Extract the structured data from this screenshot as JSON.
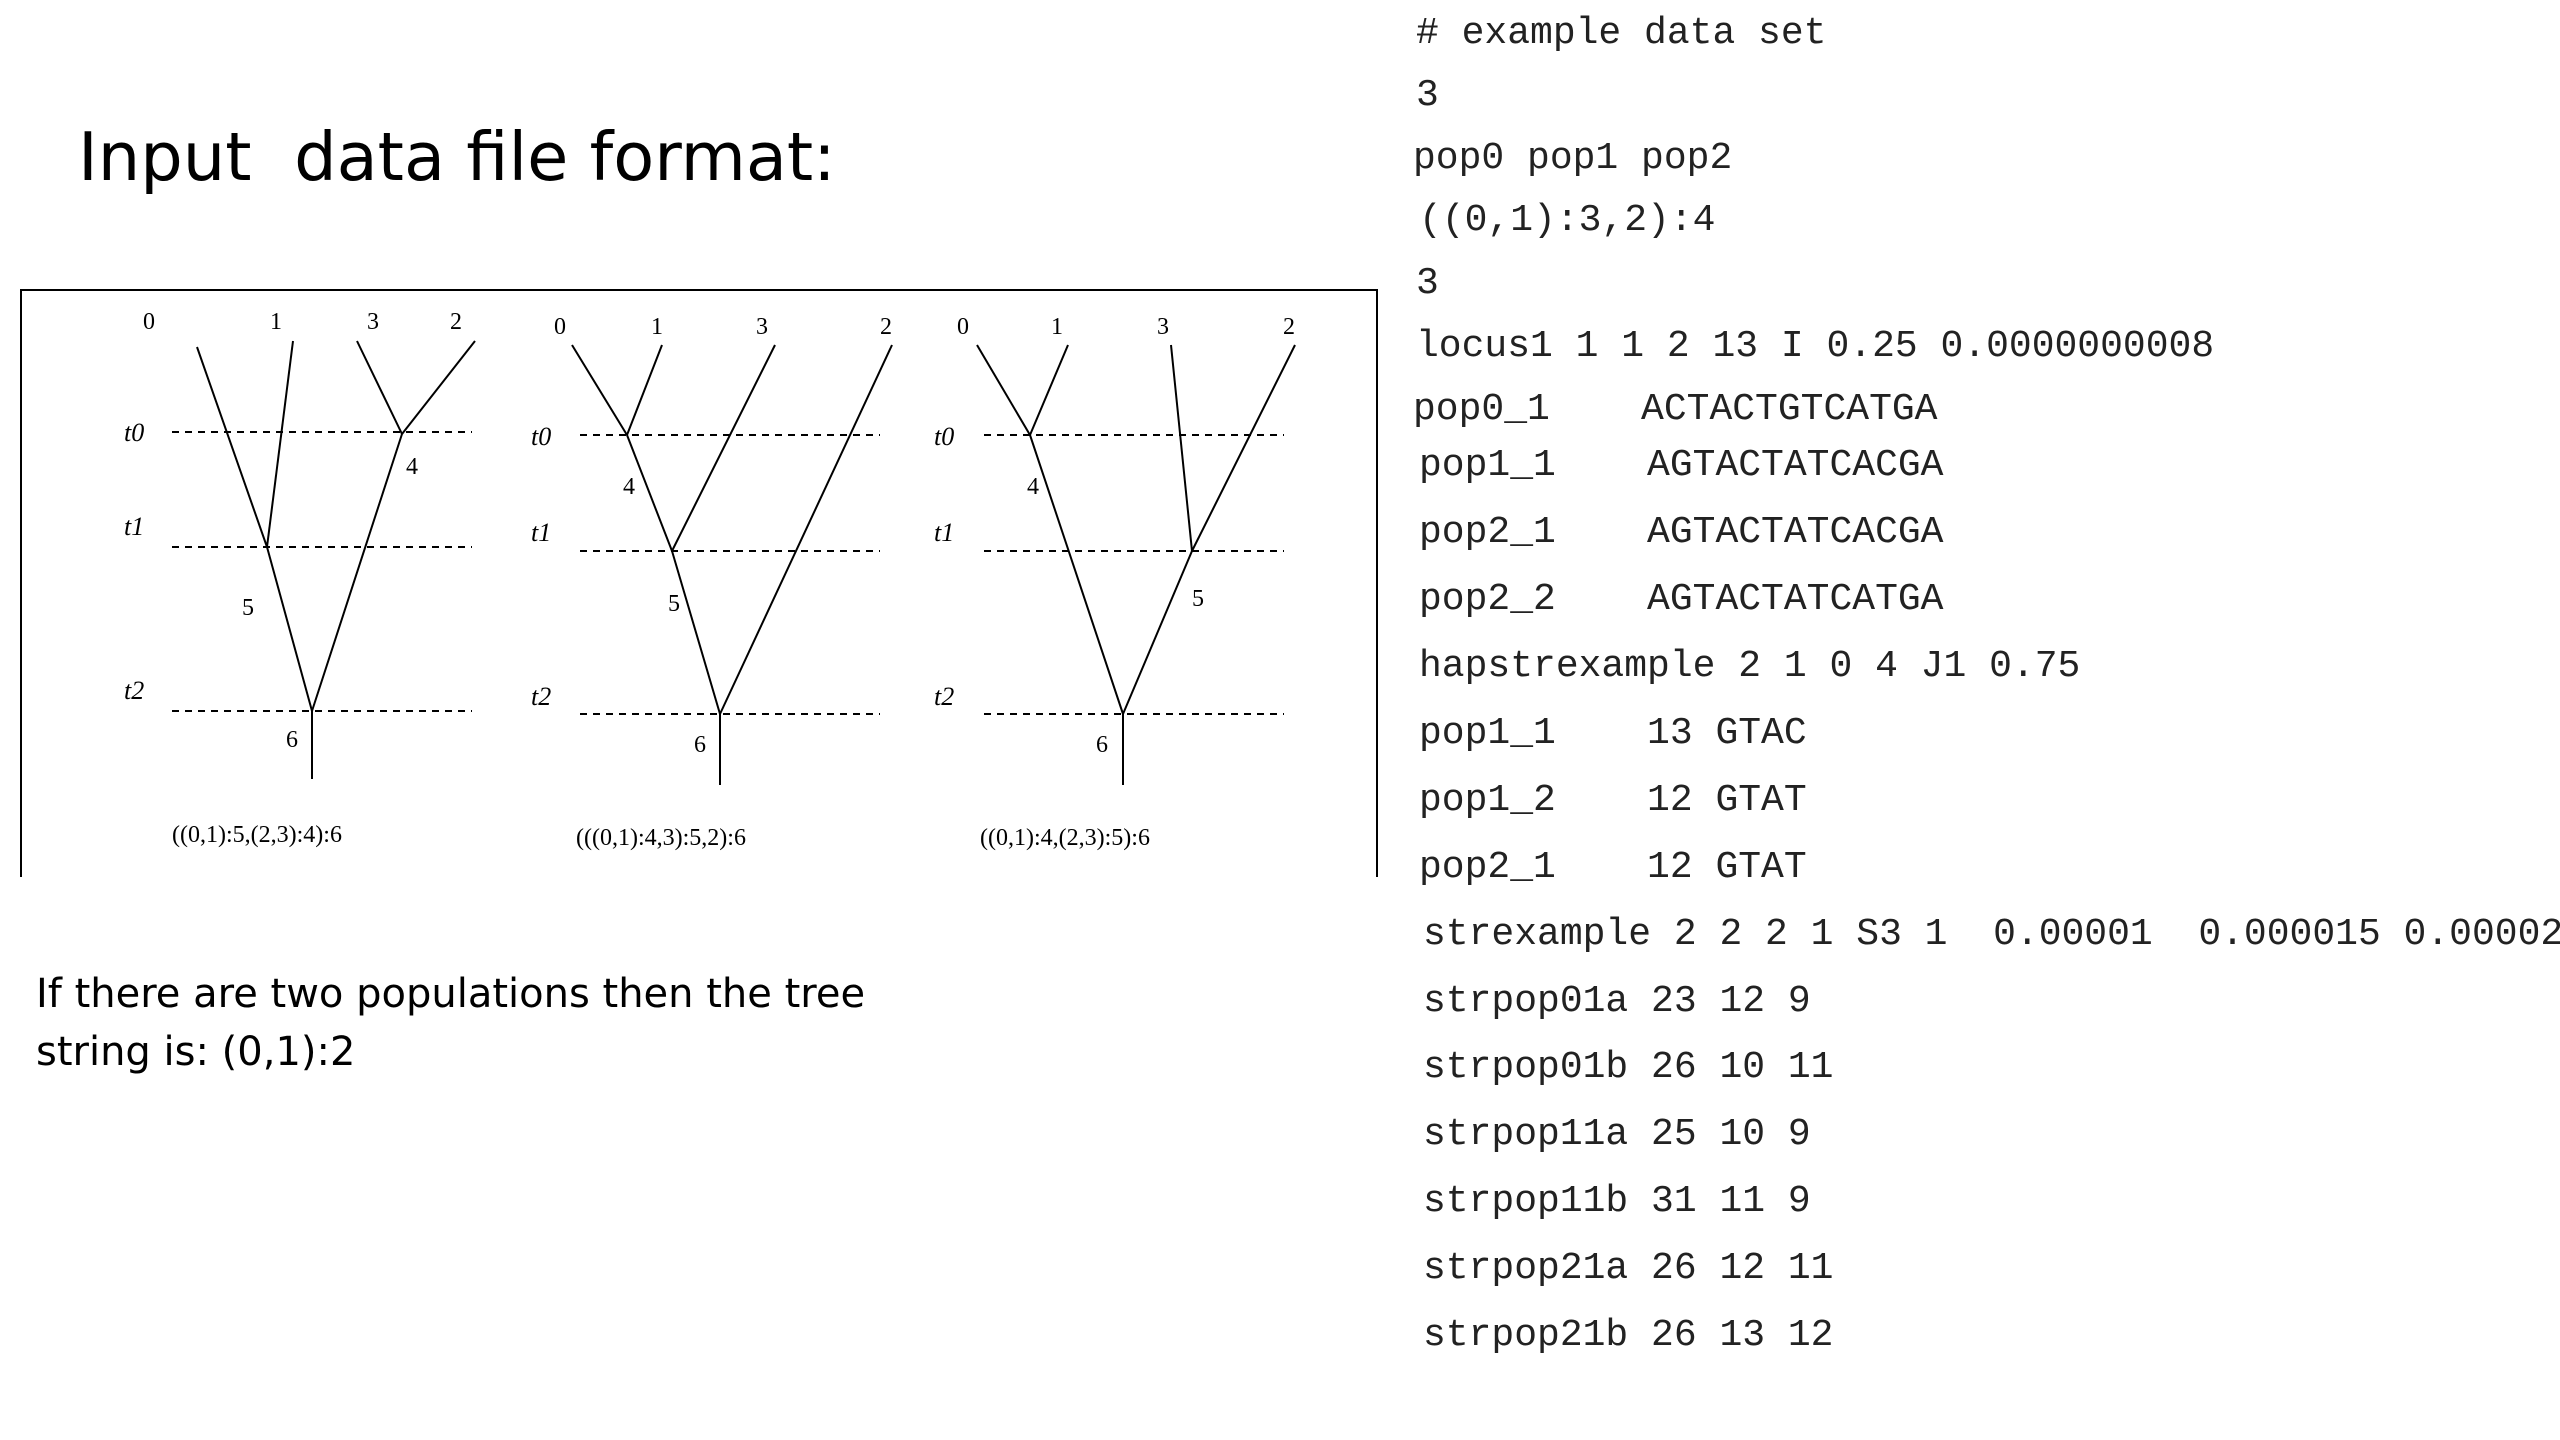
{
  "title": "Input  data file format:",
  "note": [
    "If there are two populations then the tree",
    "string is: (0,1):2"
  ],
  "trees": [
    {
      "tips": [
        "0",
        "1",
        "3",
        "2"
      ],
      "internal_nodes": [
        "4",
        "5",
        "6"
      ],
      "time_labels": [
        "t0",
        "t1",
        "t2"
      ],
      "newick": "((0,1):5,(2,3):4):6"
    },
    {
      "tips": [
        "0",
        "1",
        "3",
        "2"
      ],
      "internal_nodes": [
        "4",
        "5",
        "6"
      ],
      "time_labels": [
        "t0",
        "t1",
        "t2"
      ],
      "newick": "(((0,1):4,3):5,2):6"
    },
    {
      "tips": [
        "0",
        "1",
        "3",
        "2"
      ],
      "internal_nodes": [
        "4",
        "5",
        "6"
      ],
      "time_labels": [
        "t0",
        "t1",
        "t2"
      ],
      "newick": "((0,1):4,(2,3):5):6"
    }
  ],
  "code_lines": [
    "# example data set",
    "3",
    "pop0 pop1 pop2",
    "((0,1):3,2):4",
    "3",
    "locus1 1 1 2 13 I 0.25 0.0000000008",
    "pop0_1    ACTACTGTCATGA",
    "pop1_1    AGTACTATCACGA",
    "pop2_1    AGTACTATCACGA",
    "pop2_2    AGTACTATCATGA",
    "hapstrexample 2 1 0 4 J1 0.75",
    "pop1_1    13 GTAC",
    "pop1_2    12 GTAT",
    "pop2_1    12 GTAT",
    "strexample 2 2 2 1 S3 1  0.00001  0.000015 0.00002",
    "strpop01a 23 12 9",
    "strpop01b 26 10 11",
    "strpop11a 25 10 9",
    "strpop11b 31 11 9",
    "strpop21a 26 12 11",
    "strpop21b 26 13 12"
  ]
}
